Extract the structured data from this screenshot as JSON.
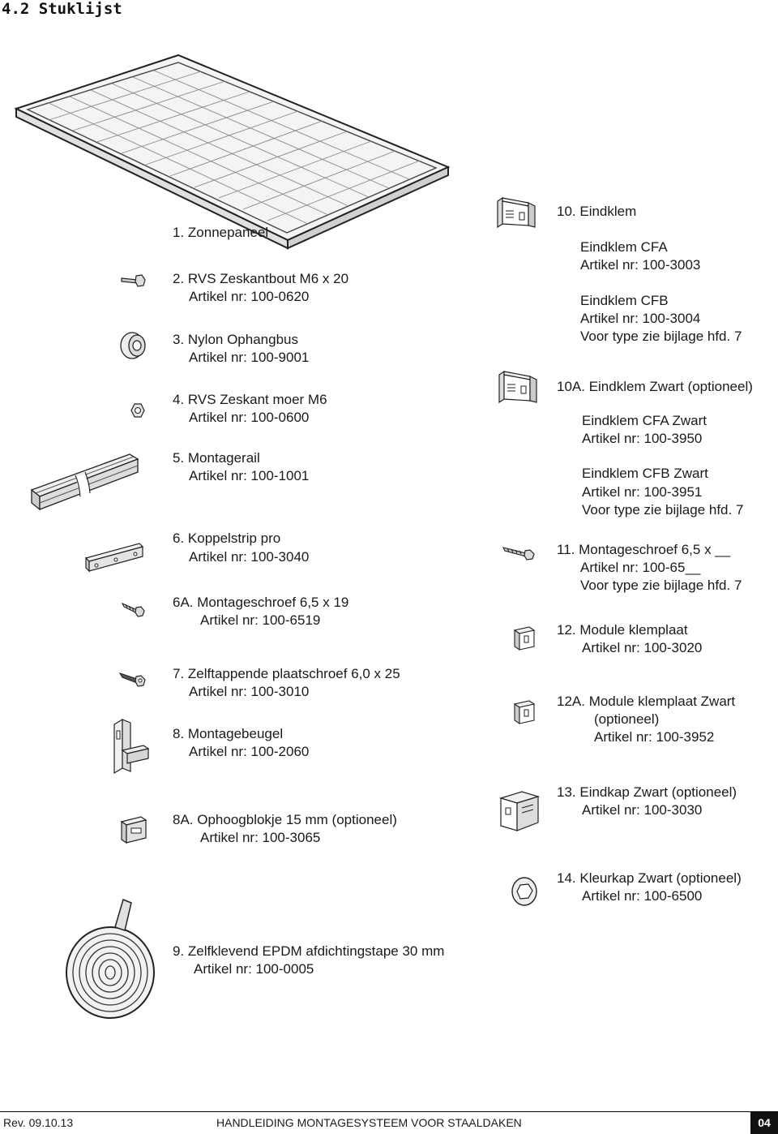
{
  "heading": "4.2 Stuklijst",
  "items": {
    "i1": {
      "title": "1. Zonnepaneel"
    },
    "i2": {
      "title": "2. RVS Zeskantbout M6 x 20",
      "art": "Artikel nr: 100-0620"
    },
    "i3": {
      "title": "3. Nylon Ophangbus",
      "art": "Artikel nr: 100-9001"
    },
    "i4": {
      "title": "4. RVS Zeskant moer M6",
      "art": "Artikel nr: 100-0600"
    },
    "i5": {
      "title": "5. Montagerail",
      "art": "Artikel nr: 100-1001"
    },
    "i6": {
      "title": "6. Koppelstrip pro",
      "art": "Artikel nr: 100-3040"
    },
    "i6a": {
      "title": "6A. Montageschroef 6,5 x 19",
      "art": "Artikel nr: 100-6519"
    },
    "i7": {
      "title": "7. Zelftappende plaatschroef 6,0 x 25",
      "art": "Artikel nr: 100-3010"
    },
    "i8": {
      "title": "8. Montagebeugel",
      "art": "Artikel nr: 100-2060"
    },
    "i8a": {
      "title": "8A. Ophoogblokje 15 mm (optioneel)",
      "art": "Artikel nr: 100-3065"
    },
    "i9": {
      "title": "9. Zelfklevend EPDM afdichtingstape 30 mm",
      "art": "Artikel nr: 100-0005"
    },
    "i10": {
      "title": "10. Eindklem",
      "cfa": "Eindklem CFA",
      "cfa_art": "Artikel nr: 100-3003",
      "cfb": "Eindklem CFB",
      "cfb_art": "Artikel nr: 100-3004",
      "note": "Voor type zie bijlage hfd. 7"
    },
    "i10a": {
      "title": "10A. Eindklem Zwart (optioneel)",
      "cfa": "Eindklem CFA Zwart",
      "cfa_art": "Artikel nr: 100-3950",
      "cfb": "Eindklem CFB Zwart",
      "cfb_art": "Artikel nr: 100-3951",
      "note": "Voor type zie bijlage hfd. 7"
    },
    "i11": {
      "title": "11. Montageschroef 6,5 x __",
      "art": "Artikel nr: 100-65__",
      "note": "Voor type zie bijlage hfd. 7"
    },
    "i12": {
      "title": "12. Module klemplaat",
      "art": "Artikel nr: 100-3020"
    },
    "i12a": {
      "title": "12A. Module klemplaat Zwart",
      "sub": "(optioneel)",
      "art": "Artikel nr: 100-3952"
    },
    "i13": {
      "title": "13. Eindkap Zwart (optioneel)",
      "art": "Artikel nr: 100-3030"
    },
    "i14": {
      "title": "14. Kleurkap Zwart (optioneel)",
      "art": "Artikel nr: 100-6500"
    }
  },
  "footer": {
    "rev": "Rev. 09.10.13",
    "title": "HANDLEIDING MONTAGESYSTEEM VOOR STAALDAKEN",
    "page": "04"
  },
  "icons": [
    "solar-panel-icon",
    "hex-bolt-icon",
    "nylon-bushing-icon",
    "hex-nut-icon",
    "mounting-rail-icon",
    "coupling-strip-icon",
    "screw-icon",
    "self-tapping-screw-icon",
    "mounting-bracket-icon",
    "spacer-block-icon",
    "epdm-tape-roll-icon",
    "end-clamp-icon",
    "module-clamp-plate-icon",
    "end-cap-icon",
    "color-cap-icon"
  ]
}
